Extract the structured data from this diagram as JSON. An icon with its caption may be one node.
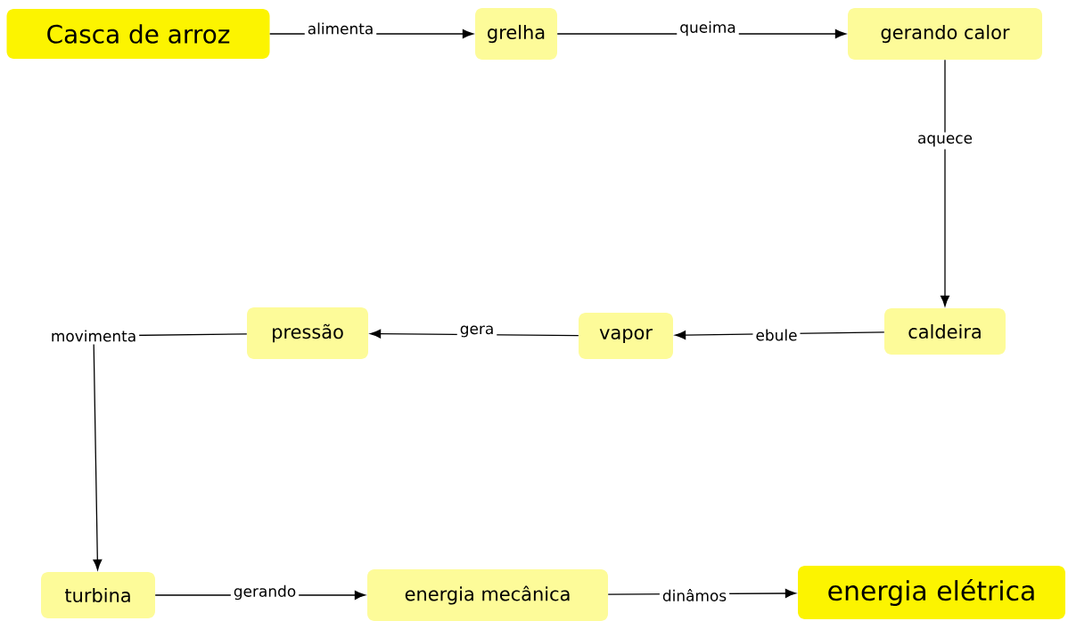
{
  "diagram": {
    "nodes": [
      {
        "text": [
          "Casca de arroz"
        ]
      },
      {
        "text": [
          "grelha"
        ]
      },
      {
        "text": [
          "gerando calor"
        ]
      },
      {
        "text": [
          "caldeira"
        ]
      },
      {
        "text": [
          "vapor"
        ]
      },
      {
        "text": [
          "pressão"
        ]
      },
      {
        "text": [
          "turbina"
        ]
      },
      {
        "text": [
          "energia mecânica"
        ]
      },
      {
        "text": [
          "energia elétrica"
        ]
      }
    ],
    "edges": [
      {
        "from": 0,
        "to": 1,
        "arrow": "to",
        "label": "alimenta"
      },
      {
        "from": 1,
        "to": 2,
        "arrow": "to",
        "label": "queima"
      },
      {
        "from": 2,
        "to": 3,
        "arrow": "to",
        "label": "aquece"
      },
      {
        "from": 3,
        "to": 4,
        "arrow": "to",
        "label": "ebule"
      },
      {
        "from": 4,
        "to": 5,
        "arrow": "to",
        "label": "gera"
      },
      {
        "from": 5,
        "to": 6,
        "arrow": "to",
        "label": "movimenta"
      },
      {
        "from": 6,
        "to": 7,
        "arrow": "to",
        "label": "gerando"
      },
      {
        "from": 7,
        "to": 8,
        "arrow": "to",
        "label": "dinâmos"
      }
    ]
  }
}
